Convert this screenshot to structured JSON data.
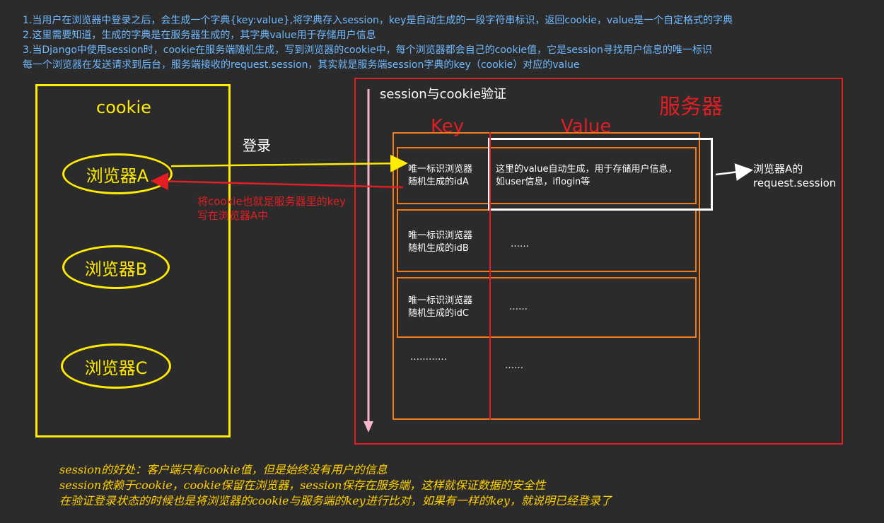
{
  "notes": [
    "1.当用户在浏览器中登录之后，会生成一个字典{key:value},将字典存入session，key是自动生成的一段字符串标识，返回cookie，value是一个自定格式的字典",
    "2.这里需要知道，生成的字典是在服务器生成的，其字典value用于存储用户信息",
    "3.当Django中使用session时，cookie在服务端随机生成，写到浏览器的cookie中，每个浏览器都会自己的cookie值，它是session寻找用户信息的唯一标识",
    "每一个浏览器在发送请求到后台，服务端接收的request.session，其实就是服务端session字典的key（cookie）对应的value"
  ],
  "cookie": {
    "title": "cookie",
    "browsers": [
      "浏览器A",
      "浏览器B",
      "浏览器C"
    ]
  },
  "login_label": "登录",
  "write_back_label": [
    "将cookie也就是服务器里的key",
    "写在浏览器A中"
  ],
  "server": {
    "session_title": "session与cookie验证",
    "title": "服务器",
    "key_header": "Key",
    "value_header": "Value",
    "rows": [
      {
        "key": [
          "唯一标识浏览器",
          "随机生成的idA"
        ],
        "value": [
          "这里的value自动生成，用于存储用户信息，",
          "如user信息，iflogin等"
        ]
      },
      {
        "key": [
          "唯一标识浏览器",
          "随机生成的idB"
        ],
        "value": [
          "……"
        ]
      },
      {
        "key": [
          "唯一标识浏览器",
          "随机生成的idC"
        ],
        "value": [
          "……"
        ]
      },
      {
        "key": [
          "…………"
        ],
        "value": [
          "……"
        ]
      }
    ]
  },
  "request_session_label": [
    "浏览器A的",
    "request.session"
  ],
  "bottom_notes": [
    "session的好处：客户端只有cookie值，但是始终没有用户的信息",
    "session依赖于cookie，cookie保留在浏览器，session保存在服务端，这样就保证数据的安全性",
    "在验证登录状态的时候也是将浏览器的cookie与服务端的key进行比对，如果有一样的key，就说明已经登录了"
  ],
  "colors": {
    "background": "#2b2b2b",
    "note_blue": "#6fb9ff",
    "cookie_yellow": "#ffec00",
    "server_red": "#e21e24",
    "table_orange": "#f07c1e",
    "bottom_gold": "#ffd000",
    "arrow_pink": "#f7b6c8"
  }
}
